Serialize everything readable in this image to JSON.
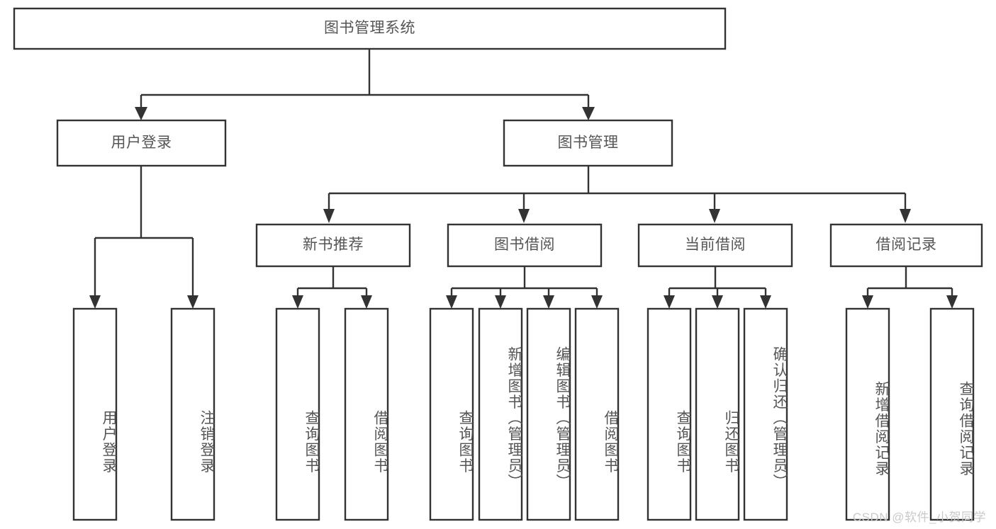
{
  "diagram": {
    "type": "tree-hierarchy",
    "title": "图书管理系统",
    "watermark": "CSDN @软件_小贺同学",
    "colors": {
      "box_stroke": "#333333",
      "box_fill": "#ffffff",
      "text": "#555555",
      "background": "#ffffff",
      "watermark": "#c9c9c9"
    },
    "levels": [
      {
        "level": 1,
        "nodes": [
          {
            "id": "root",
            "label": "图书管理系统",
            "orientation": "horizontal"
          }
        ]
      },
      {
        "level": 2,
        "nodes": [
          {
            "id": "login",
            "label": "用户登录",
            "orientation": "horizontal",
            "parent": "root"
          },
          {
            "id": "bookmgmt",
            "label": "图书管理",
            "orientation": "horizontal",
            "parent": "root"
          }
        ]
      },
      {
        "level": 3,
        "nodes": [
          {
            "id": "newbook",
            "label": "新书推荐",
            "orientation": "horizontal",
            "parent": "bookmgmt"
          },
          {
            "id": "borrow",
            "label": "图书借阅",
            "orientation": "horizontal",
            "parent": "bookmgmt"
          },
          {
            "id": "current",
            "label": "当前借阅",
            "orientation": "horizontal",
            "parent": "bookmgmt"
          },
          {
            "id": "record",
            "label": "借阅记录",
            "orientation": "horizontal",
            "parent": "bookmgmt"
          }
        ]
      },
      {
        "level": 4,
        "nodes": [
          {
            "id": "leaf-user-login",
            "label": "用户登录",
            "orientation": "vertical",
            "parent": "login"
          },
          {
            "id": "leaf-user-logout",
            "label": "注销登录",
            "orientation": "vertical",
            "parent": "login"
          },
          {
            "id": "leaf-newbook-query",
            "label": "查询图书",
            "orientation": "vertical",
            "parent": "newbook"
          },
          {
            "id": "leaf-newbook-borrow",
            "label": "借阅图书",
            "orientation": "vertical",
            "parent": "newbook"
          },
          {
            "id": "leaf-borrow-query",
            "label": "查询图书",
            "orientation": "vertical",
            "parent": "borrow"
          },
          {
            "id": "leaf-borrow-add",
            "label": "新增图书（管理员）",
            "orientation": "vertical",
            "parent": "borrow"
          },
          {
            "id": "leaf-borrow-edit",
            "label": "编辑图书（管理员）",
            "orientation": "vertical",
            "parent": "borrow"
          },
          {
            "id": "leaf-borrow-lend",
            "label": "借阅图书",
            "orientation": "vertical",
            "parent": "borrow"
          },
          {
            "id": "leaf-current-query",
            "label": "查询图书",
            "orientation": "vertical",
            "parent": "current"
          },
          {
            "id": "leaf-current-return",
            "label": "归还图书",
            "orientation": "vertical",
            "parent": "current"
          },
          {
            "id": "leaf-current-confirm",
            "label": "确认归还（管理员）",
            "orientation": "vertical",
            "parent": "current"
          },
          {
            "id": "leaf-record-add",
            "label": "新增借阅记录",
            "orientation": "vertical",
            "parent": "record"
          },
          {
            "id": "leaf-record-query",
            "label": "查询借阅记录",
            "orientation": "vertical",
            "parent": "record"
          }
        ]
      }
    ]
  }
}
